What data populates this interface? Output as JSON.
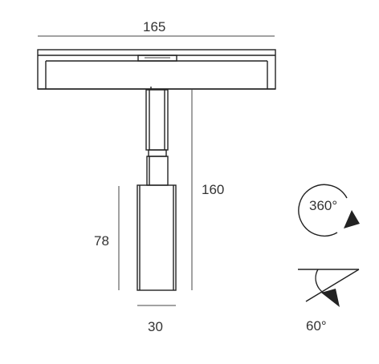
{
  "dimensions": {
    "width_label": "165",
    "height_label": "160",
    "head_height_label": "78",
    "head_width_label": "30"
  },
  "rotation": {
    "horizontal_label": "360°",
    "tilt_label": "60°"
  },
  "colors": {
    "line": "#222222",
    "dimension_line": "#444444",
    "text": "#333333"
  }
}
